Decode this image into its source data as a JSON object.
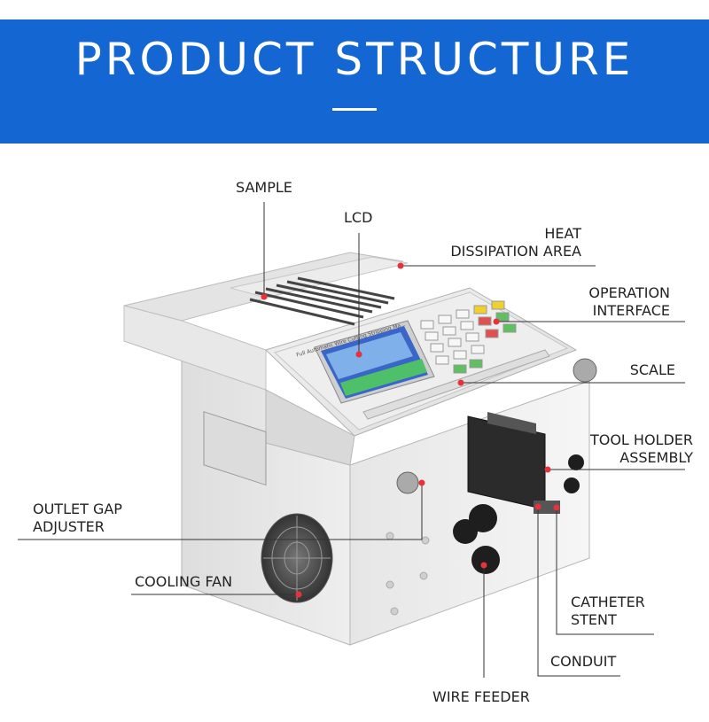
{
  "header": {
    "title": "PRODUCT STRUCTURE"
  },
  "colors": {
    "banner": "#1467d2",
    "leader": "#333333",
    "dot": "#e8313b"
  },
  "labels": {
    "sample": "SAMPLE",
    "lcd": "LCD",
    "heat_dissipation_line1": "HEAT",
    "heat_dissipation_line2": "DISSIPATION AREA",
    "operation_interface_line1": "OPERATION",
    "operation_interface_line2": "INTERFACE",
    "scale": "SCALE",
    "tool_holder_line1": "TOOL HOLDER",
    "tool_holder_line2": "ASSEMBLY",
    "outlet_gap_line1": "OUTLET GAP",
    "outlet_gap_line2": "ADJUSTER",
    "cooling_fan": "COOLING FAN",
    "catheter_stent_line1": "CATHETER",
    "catheter_stent_line2": "STENT",
    "conduit": "CONDUIT",
    "wire_feeder": "WIRE FEEDER"
  },
  "machine_screen": {
    "caption": "Full Automatic Wire Cutting Stripping Ma..."
  }
}
